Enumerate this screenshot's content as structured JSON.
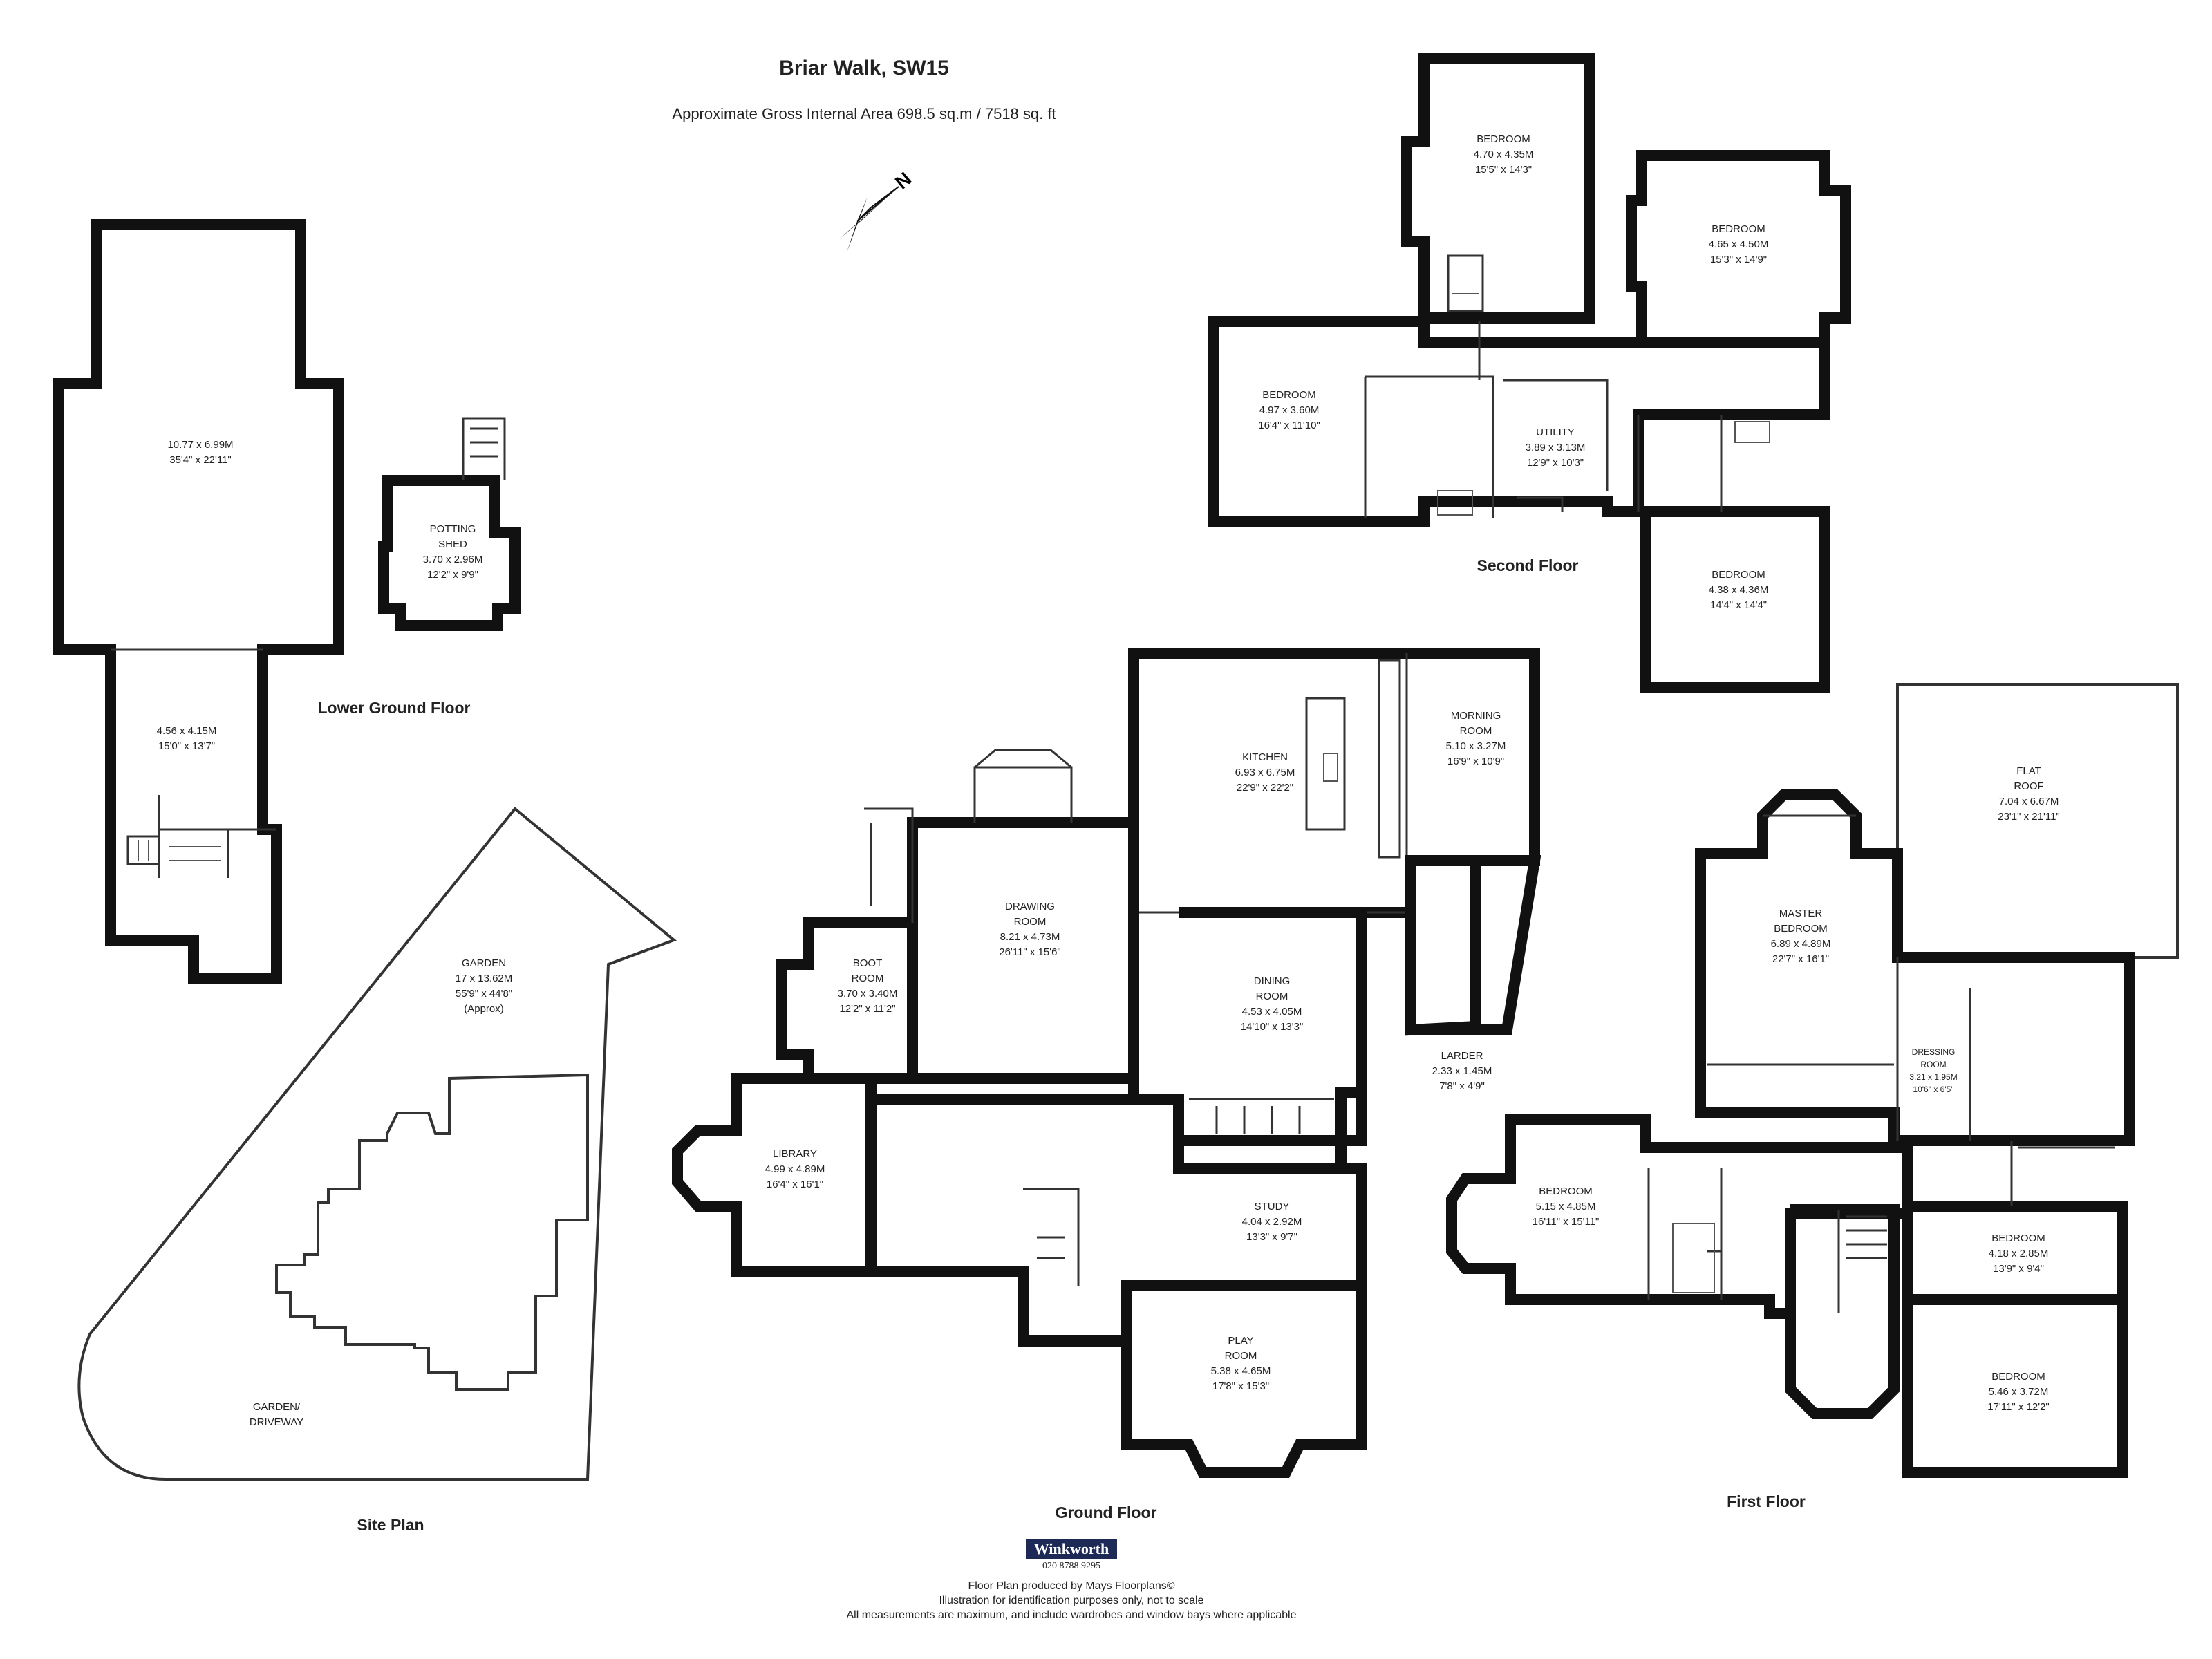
{
  "header": {
    "title": "Briar Walk, SW15",
    "gross_area": "Approximate Gross Internal Area 698.5 sq.m /  7518 sq. ft"
  },
  "compass": {
    "label": "N",
    "icon": "north-arrow-icon"
  },
  "floors": {
    "lower_ground": "Lower Ground Floor",
    "ground": "Ground Floor",
    "first": "First Floor",
    "second": "Second Floor",
    "site": "Site Plan"
  },
  "rooms": {
    "lg_main": {
      "dims": "10.77 x 6.99M",
      "imperial": "35'4\" x 22'11\""
    },
    "lg_small": {
      "dims": "4.56 x 4.15M",
      "imperial": "15'0\" x 13'7\""
    },
    "potting_shed": {
      "name1": "POTTING",
      "name2": "SHED",
      "dims": "3.70 x 2.96M",
      "imperial": "12'2\" x 9'9\""
    },
    "garden": {
      "name": "GARDEN",
      "dims": "17 x 13.62M",
      "imperial": "55'9\" x 44'8\"",
      "note": "(Approx)"
    },
    "driveway": {
      "name1": "GARDEN/",
      "name2": "DRIVEWAY"
    },
    "boot_room": {
      "name1": "BOOT",
      "name2": "ROOM",
      "dims": "3.70 x 3.40M",
      "imperial": "12'2\" x 11'2\""
    },
    "drawing_room": {
      "name1": "DRAWING",
      "name2": "ROOM",
      "dims": "8.21 x 4.73M",
      "imperial": "26'11\" x 15'6\""
    },
    "kitchen": {
      "name": "KITCHEN",
      "dims": "6.93 x 6.75M",
      "imperial": "22'9\" x 22'2\""
    },
    "morning_room": {
      "name1": "MORNING",
      "name2": "ROOM",
      "dims": "5.10 x 3.27M",
      "imperial": "16'9\" x 10'9\""
    },
    "dining_room": {
      "name1": "DINING",
      "name2": "ROOM",
      "dims": "4.53 x 4.05M",
      "imperial": "14'10\" x 13'3\""
    },
    "larder": {
      "name": "LARDER",
      "dims": "2.33 x 1.45M",
      "imperial": "7'8\" x 4'9\""
    },
    "library": {
      "name": "LIBRARY",
      "dims": "4.99 x 4.89M",
      "imperial": "16'4\" x 16'1\""
    },
    "study": {
      "name": "STUDY",
      "dims": "4.04 x 2.92M",
      "imperial": "13'3\" x 9'7\""
    },
    "play_room": {
      "name1": "PLAY",
      "name2": "ROOM",
      "dims": "5.38 x 4.65M",
      "imperial": "17'8\" x 15'3\""
    },
    "s_bed1": {
      "name": "BEDROOM",
      "dims": "4.70 x 4.35M",
      "imperial": "15'5\" x 14'3\""
    },
    "s_bed2": {
      "name": "BEDROOM",
      "dims": "4.65 x 4.50M",
      "imperial": "15'3\" x 14'9\""
    },
    "s_bed3": {
      "name": "BEDROOM",
      "dims": "4.97 x 3.60M",
      "imperial": "16'4\" x 11'10\""
    },
    "utility": {
      "name": "UTILITY",
      "dims": "3.89 x 3.13M",
      "imperial": "12'9\" x 10'3\""
    },
    "s_bed4": {
      "name": "BEDROOM",
      "dims": "4.38 x 4.36M",
      "imperial": "14'4\" x 14'4\""
    },
    "flat_roof": {
      "name1": "FLAT",
      "name2": "ROOF",
      "dims": "7.04 x 6.67M",
      "imperial": "23'1\" x 21'11\""
    },
    "master": {
      "name1": "MASTER",
      "name2": "BEDROOM",
      "dims": "6.89 x 4.89M",
      "imperial": "22'7\" x 16'1\""
    },
    "dressing": {
      "name1": "DRESSING",
      "name2": "ROOM",
      "dims": "3.21 x 1.95M",
      "imperial": "10'6\" x 6'5\""
    },
    "f_bed1": {
      "name": "BEDROOM",
      "dims": "5.15 x 4.85M",
      "imperial": "16'11\" x 15'11\""
    },
    "f_bed2": {
      "name": "BEDROOM",
      "dims": "4.18 x 2.85M",
      "imperial": "13'9\" x 9'4\""
    },
    "f_bed3": {
      "name": "BEDROOM",
      "dims": "5.46 x 3.72M",
      "imperial": "17'11\" x 12'2\""
    }
  },
  "footer": {
    "brand": "Winkworth",
    "phone": "020 8788 9295",
    "line1": "Floor Plan produced by Mays Floorplans©",
    "line2": "Illustration for identification purposes only, not to scale",
    "line3": "All measurements are maximum, and include wardrobes and window bays where applicable"
  }
}
